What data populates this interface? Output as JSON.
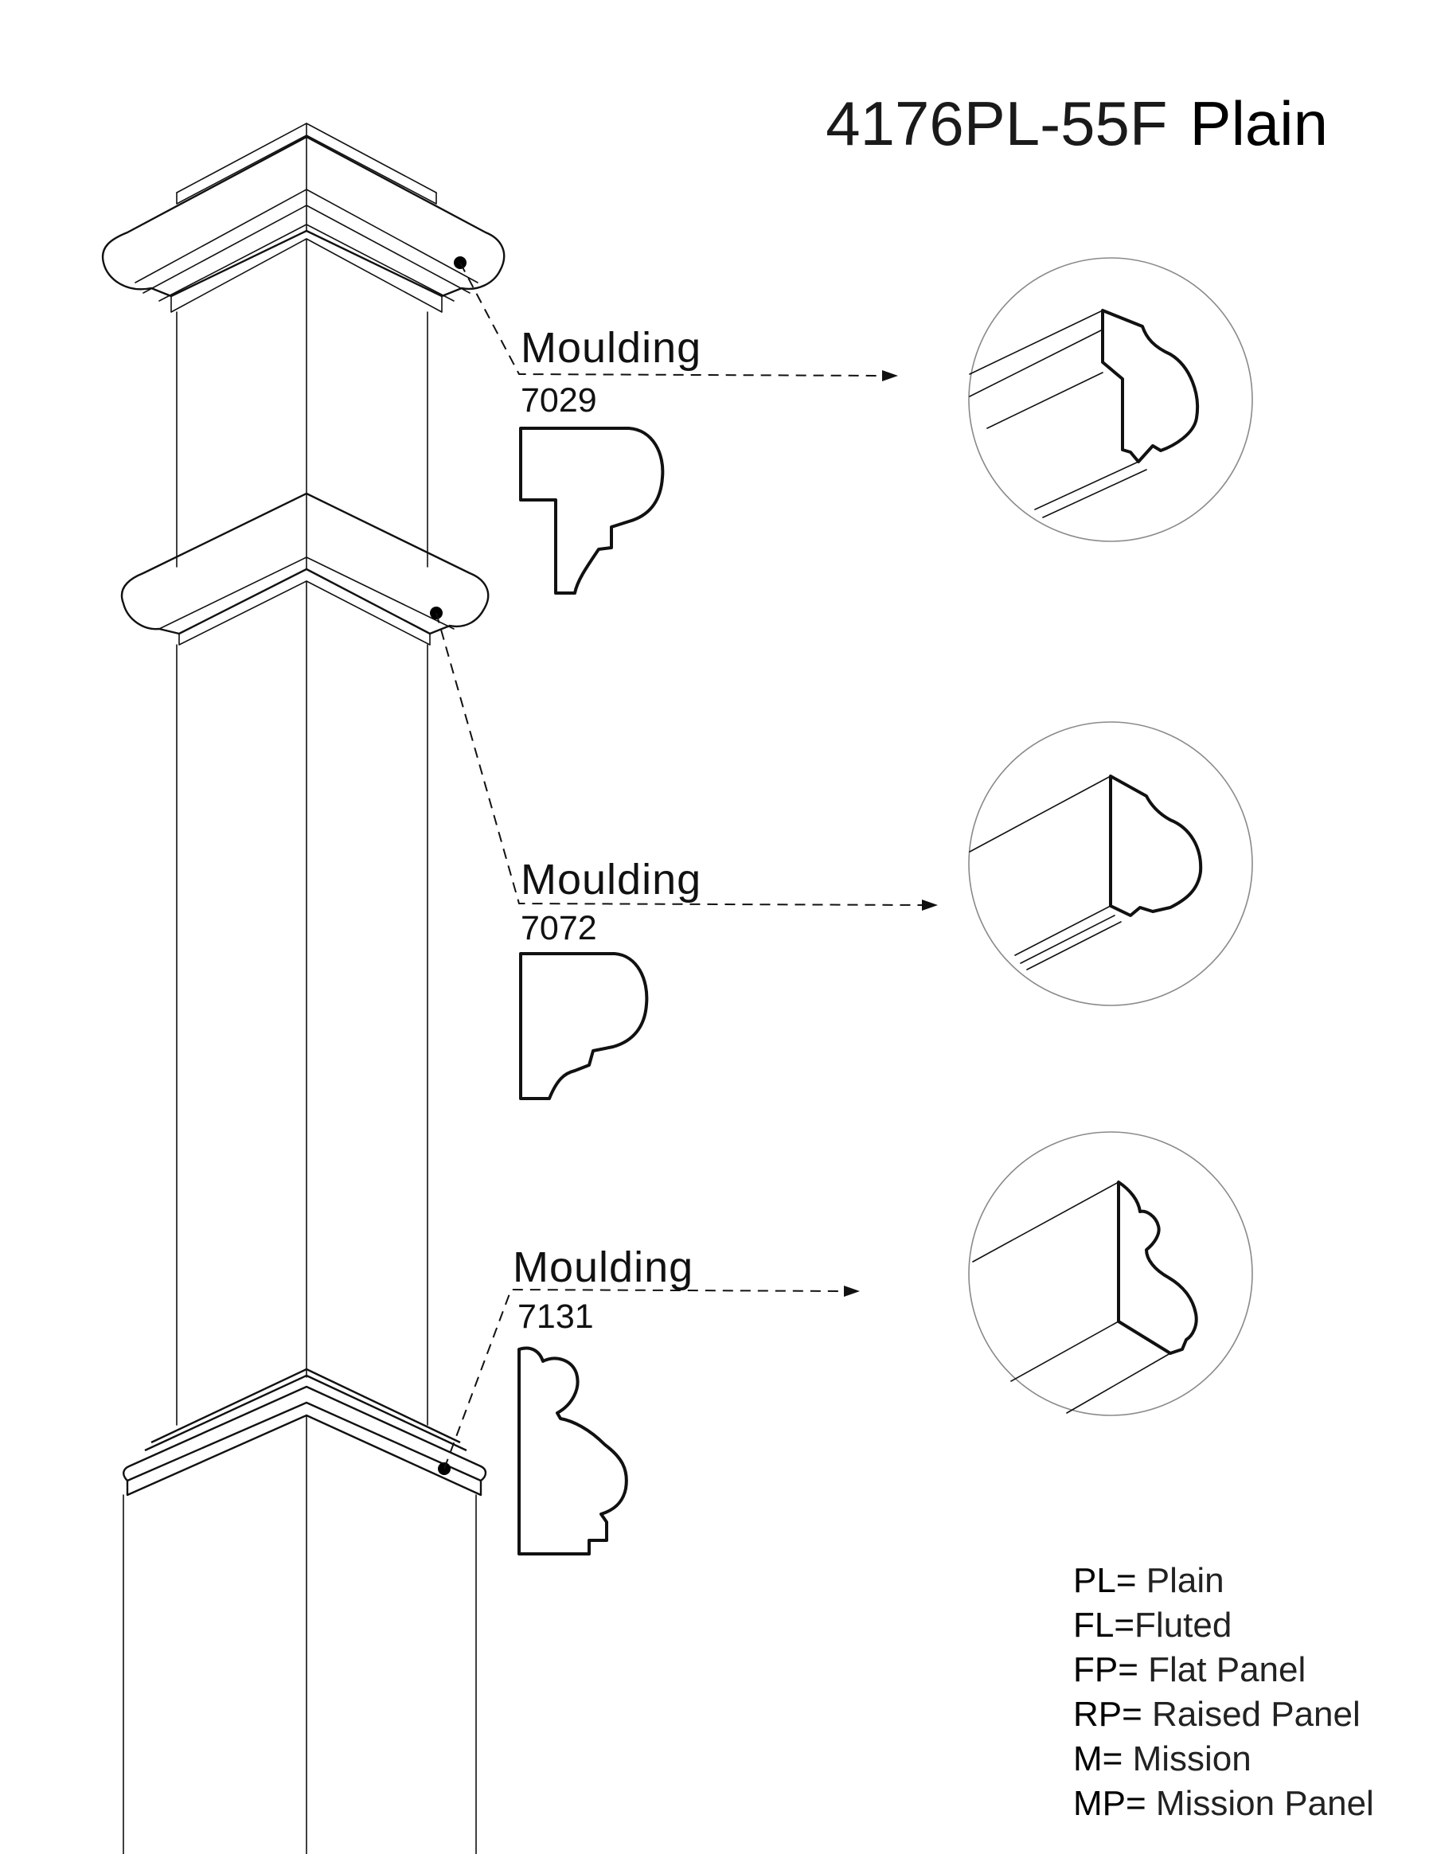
{
  "title": {
    "model": "4176PL-55F",
    "style": "Plain"
  },
  "callouts": [
    {
      "label": "Moulding",
      "code": "7029"
    },
    {
      "label": "Moulding",
      "code": "7072"
    },
    {
      "label": "Moulding",
      "code": "7131"
    }
  ],
  "legend": [
    {
      "key": "PL=",
      "value": " Plain"
    },
    {
      "key": "FL=",
      "value": "Fluted"
    },
    {
      "key": "FP=",
      "value": " Flat Panel"
    },
    {
      "key": "RP=",
      "value": " Raised Panel"
    },
    {
      "key": "M=",
      "value": " Mission"
    },
    {
      "key": "MP=",
      "value": " Mission Panel"
    }
  ]
}
